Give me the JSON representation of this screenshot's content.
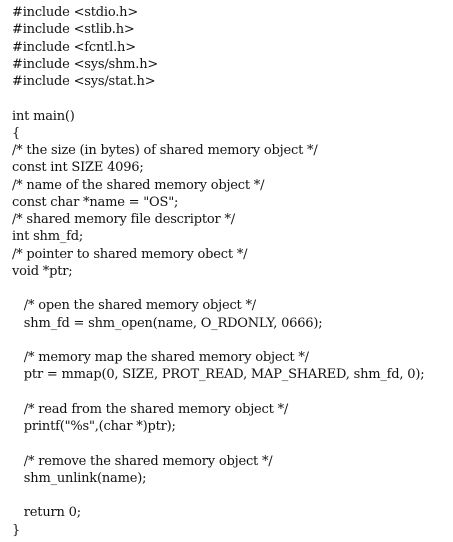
{
  "document": {
    "lines": [
      "#include <stdio.h>",
      "#include <stlib.h>",
      "#include <fcntl.h>",
      "#include <sys/shm.h>",
      "#include <sys/stat.h>",
      "",
      "int main()",
      "{",
      "/* the size (in bytes) of shared memory object */",
      "const int SIZE 4096;",
      "/* name of the shared memory object */",
      "const char *name = \"OS\";",
      "/* shared memory file descriptor */",
      "int shm_fd;",
      "/* pointer to shared memory obect */",
      "void *ptr;",
      "",
      "   /* open the shared memory object */",
      "   shm_fd = shm_open(name, O_RDONLY, 0666);",
      "",
      "   /* memory map the shared memory object */",
      "   ptr = mmap(0, SIZE, PROT_READ, MAP_SHARED, shm_fd, 0);",
      "",
      "   /* read from the shared memory object */",
      "   printf(\"%s\",(char *)ptr);",
      "",
      "   /* remove the shared memory object */",
      "   shm_unlink(name);",
      "",
      "   return 0;",
      "}"
    ]
  }
}
